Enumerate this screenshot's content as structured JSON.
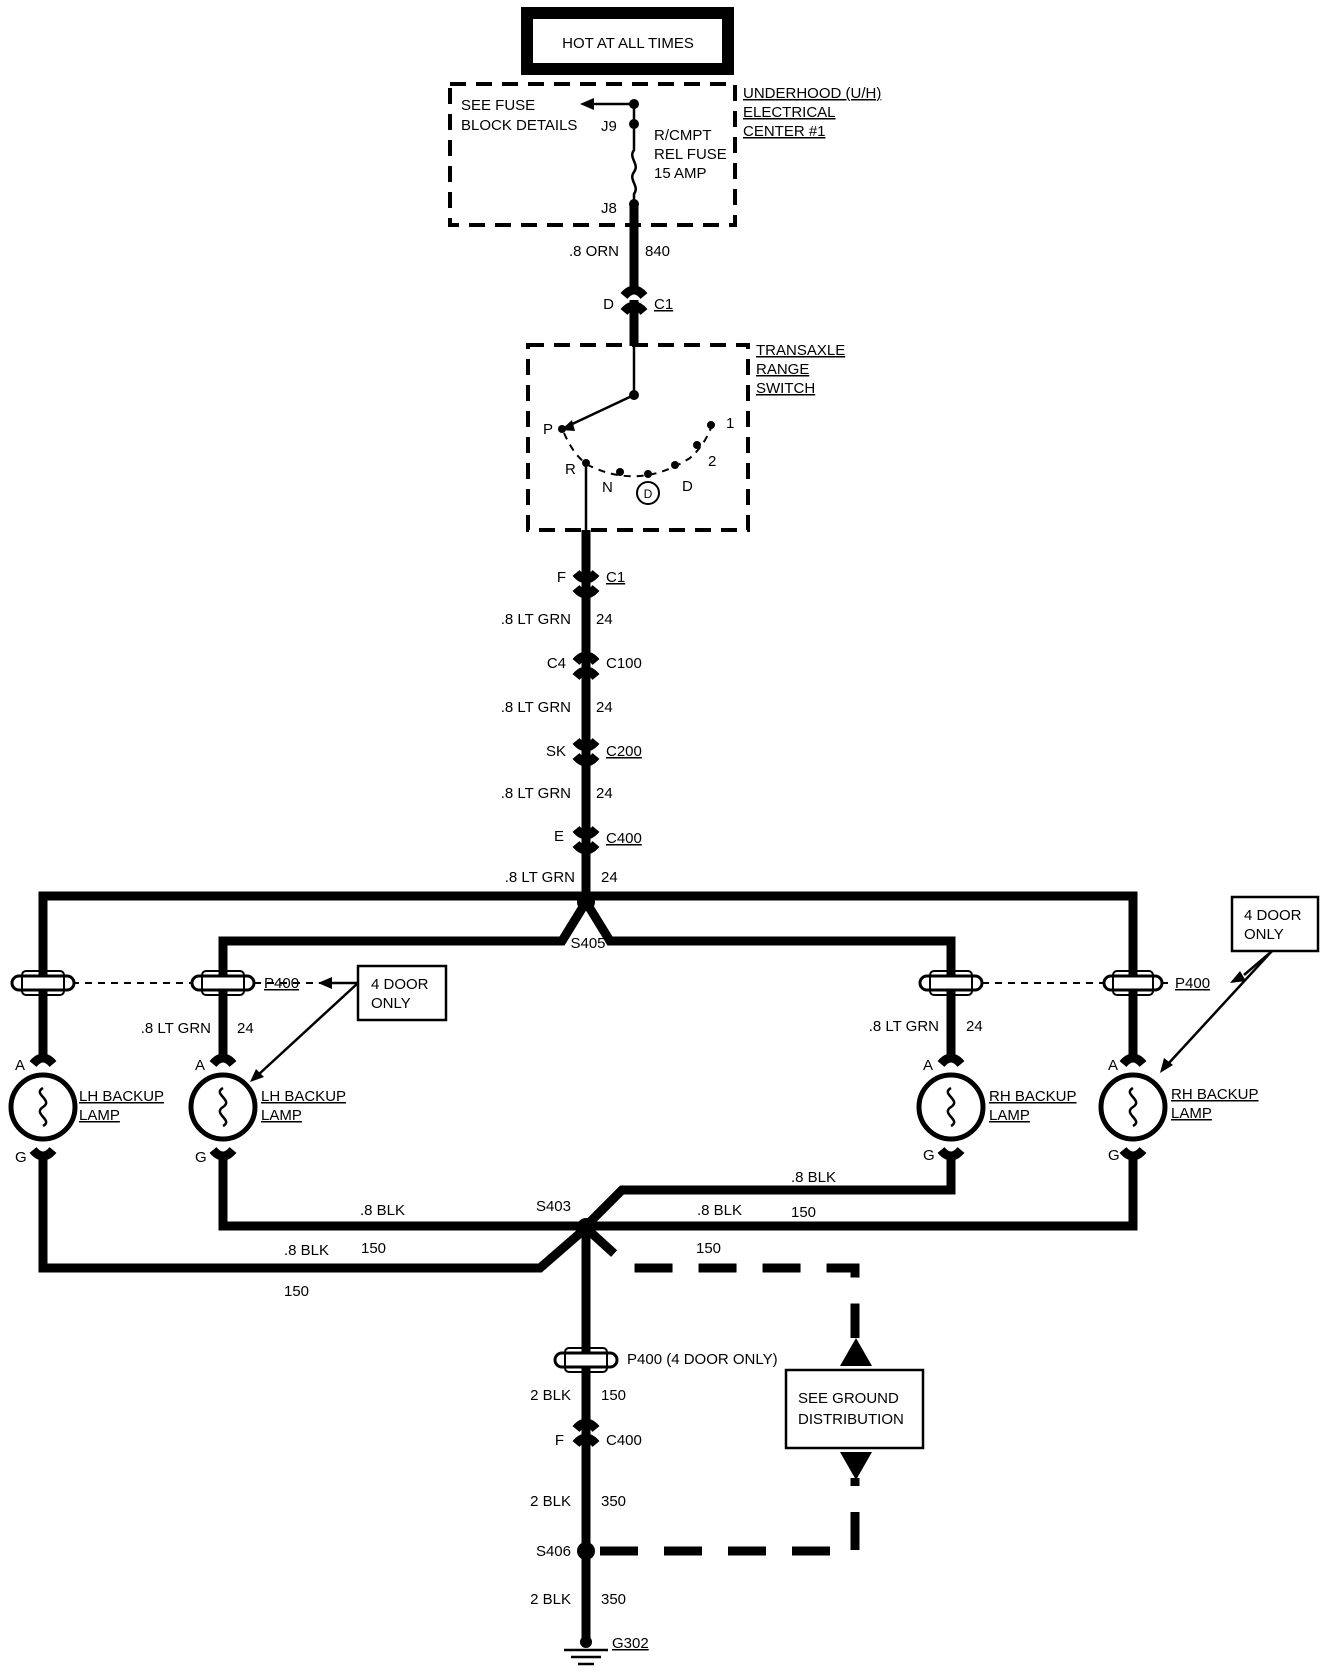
{
  "hot_label": "HOT AT ALL TIMES",
  "fuse_block": {
    "see_details": [
      "SEE FUSE",
      "BLOCK DETAILS"
    ],
    "upper_terminal": "J9",
    "lower_terminal": "J8",
    "fuse": [
      "R/CMPT",
      "REL FUSE",
      "15 AMP"
    ],
    "center": [
      "UNDERHOOD (U/H)",
      "ELECTRICAL",
      "CENTER #1"
    ]
  },
  "wires": {
    "feed_gauge": ".8 ORN",
    "feed_circuit": "840",
    "lt_grn_gauge": ".8 LT GRN",
    "lt_grn_circuit": "24",
    "blk_gauge": ".8 BLK",
    "blk_circuit": "150",
    "ground_gauge": "2 BLK",
    "ground_circuit_a": "150",
    "ground_circuit_b": "350"
  },
  "connectors": {
    "c1_top_pin": "D",
    "c1_top": "C1",
    "c1_bottom_pin": "F",
    "c1_bottom": "C1",
    "c100_pin": "C4",
    "c100": "C100",
    "c200_pin": "SK",
    "c200": "C200",
    "c400_pin": "E",
    "c400": "C400",
    "c400_ground_pin": "F",
    "c400_ground": "C400",
    "p400": "P400",
    "p400_ground": "P400  (4 DOOR ONLY)"
  },
  "switch": {
    "title": [
      "TRANSAXLE",
      "RANGE",
      "SWITCH"
    ],
    "positions": [
      "P",
      "R",
      "N",
      "D",
      "D",
      "2",
      "1"
    ]
  },
  "splices": {
    "s405": "S405",
    "s403": "S403",
    "s406": "S406"
  },
  "lamps": {
    "lh": [
      "LH BACKUP",
      "LAMP"
    ],
    "rh": [
      "RH BACKUP",
      "LAMP"
    ],
    "pin_a": "A",
    "pin_g": "G"
  },
  "notes": {
    "four_door": [
      "4 DOOR",
      "ONLY"
    ],
    "ground_dist": [
      "SEE GROUND",
      "DISTRIBUTION"
    ]
  },
  "ground": "G302"
}
